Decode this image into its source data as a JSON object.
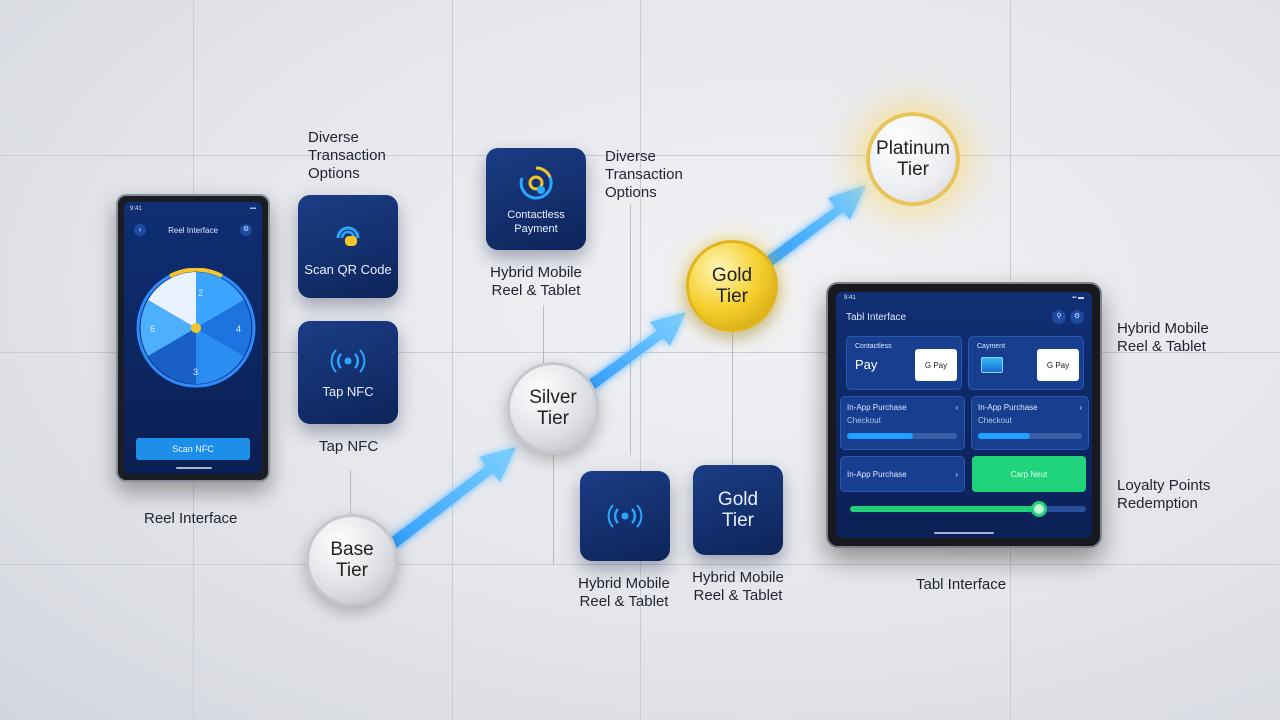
{
  "labels": {
    "diverse_left": "Diverse\nTransaction\nOptions",
    "diverse_mid": "Diverse\nTransaction\nOptions",
    "hybrid_top": "Hybrid Mobile\nReel & Tablet",
    "hybrid_bottom_1": "Hybrid Mobile\nReel & Tablet",
    "hybrid_bottom_2": "Hybrid Mobile\nReel & Tablet",
    "hybrid_right": "Hybrid Mobile\nReel & Tablet",
    "tap_nfc": "Tap NFC",
    "reel_interface": "Reel Interface",
    "tabl_interface": "Tabl Interface",
    "loyalty": "Loyalty Points\nRedemption"
  },
  "tiles": {
    "scan_qr": "Scan QR Code",
    "tap_nfc": "Tap NFC",
    "contactless": "Contactless\nPayment",
    "gold_tier": "Gold\nTier"
  },
  "tiers": {
    "base": "Base\nTier",
    "silver": "Silver\nTier",
    "gold": "Gold\nTier",
    "platinum": "Platinum\nTier"
  },
  "phone": {
    "status": "9:41",
    "title": "Reel Interface",
    "wheel_numbers": [
      "2",
      "4",
      "3",
      "6"
    ],
    "button": "Scan NFC"
  },
  "tablet": {
    "status": "9:41",
    "title": "Tabl Interface",
    "card1_label": "Contactless",
    "apple_pay": "Pay",
    "google_pay": "G Pay",
    "card2_label": "Cayment",
    "google_pay_2": "G Pay",
    "purchase1_title": "In-App Purchase",
    "purchase1_sub": "Checkout",
    "purchase1_progress": 0.6,
    "purchase2_title": "In-App Purchase",
    "purchase2_sub": "Checkout",
    "purchase2_progress": 0.5,
    "purchase3_title": "In-App Purchase",
    "green_button": "Carp Neut",
    "slider_value": 0.8
  },
  "colors": {
    "accent_blue": "#21a0ff",
    "navy": "#0d2459",
    "gold": "#f4cf2c",
    "green": "#1fd17a"
  }
}
